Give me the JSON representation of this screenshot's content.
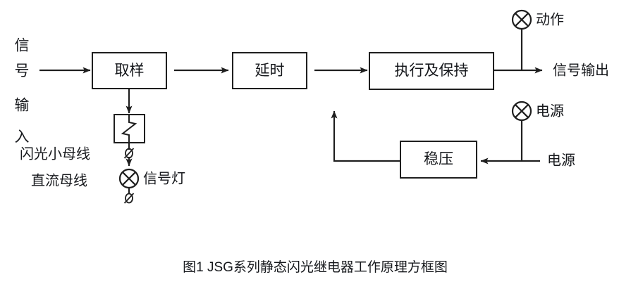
{
  "figure": {
    "caption": "图1  JSG系列静态闪光继电器工作原理方框图",
    "background_color": "#ffffff",
    "line_color": "#1f1f1f",
    "text_color": "#16181c"
  },
  "input": {
    "vertical_label_chars": [
      "信",
      "号",
      "输",
      "入"
    ],
    "vertical_label_text": "信号输入"
  },
  "blocks": {
    "sampling": {
      "label": "取样"
    },
    "delay": {
      "label": "延时"
    },
    "execute_hold": {
      "label": "执行及保持"
    },
    "regulator": {
      "label": "稳压"
    }
  },
  "bus_labels": {
    "flash_bus": "闪光小母线",
    "dc_bus": "直流母线"
  },
  "lamps": {
    "signal_lamp": {
      "label": "信号灯",
      "icon": "crossed-circle-lamp-icon"
    },
    "action_lamp": {
      "label": "动作",
      "icon": "crossed-circle-lamp-icon"
    },
    "power_lamp": {
      "label": "电源",
      "icon": "crossed-circle-lamp-icon"
    }
  },
  "outputs": {
    "signal_output": "信号输出",
    "power_input": "电源"
  },
  "symbols": {
    "relay_contact": "relay-contact-switch-icon",
    "terminal": "terminal-slash-icon"
  }
}
